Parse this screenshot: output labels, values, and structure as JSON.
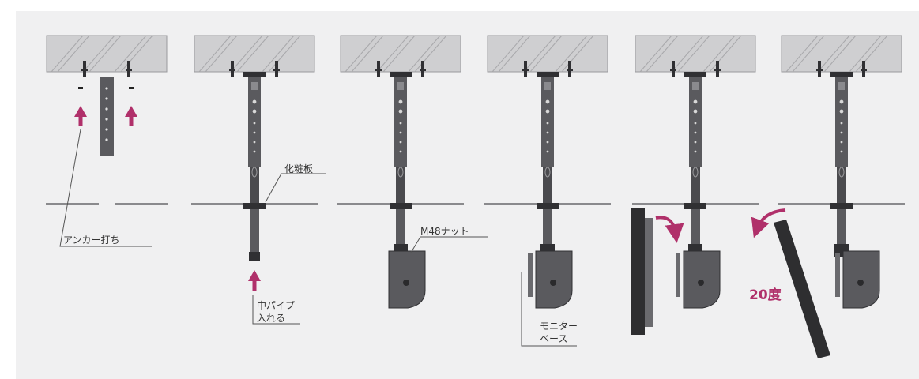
{
  "labels": {
    "anchor": "アンカー打ち",
    "cover_plate": "化粧板",
    "inner_pipe_line1": "中パイプ",
    "inner_pipe_line2": "入れる",
    "nut": "M48ナット",
    "monitor_base_line1": "モニター",
    "monitor_base_line2": "ベース",
    "tilt_angle": "20度"
  },
  "colors": {
    "arrow": "#b0306a",
    "metal": "#5a5a5e",
    "metal_dark": "#303033",
    "ceiling": "#cfcfd1",
    "background": "#f0f0f1"
  },
  "steps": [
    {
      "step": 1,
      "stage": "anchor",
      "arrows": [
        "arrow-up",
        "arrow-up"
      ]
    },
    {
      "step": 2,
      "stage": "inner-pipe",
      "arrows": [
        "arrow-up"
      ]
    },
    {
      "step": 3,
      "stage": "nut",
      "arrows": []
    },
    {
      "step": 4,
      "stage": "monitor-base",
      "arrows": []
    },
    {
      "step": 5,
      "stage": "hang-monitor",
      "arrows": [
        "curved-arrow"
      ]
    },
    {
      "step": 6,
      "stage": "tilt",
      "arrows": [
        "curved-arrow"
      ]
    }
  ]
}
